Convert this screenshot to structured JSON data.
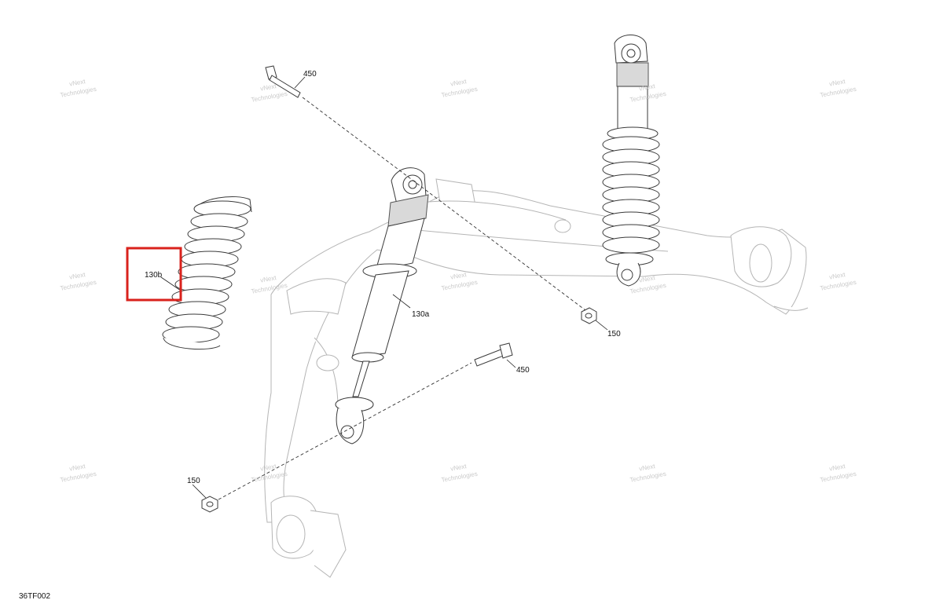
{
  "figure_code": "36TF002",
  "watermark": {
    "line1": "vNext",
    "line2": "Technologies"
  },
  "callouts": {
    "spring": "130b",
    "shock": "130a",
    "bolt_upper": "450",
    "bolt_lower": "450",
    "nut_right": "150",
    "nut_left": "150"
  },
  "highlight_color": "#d9221c"
}
